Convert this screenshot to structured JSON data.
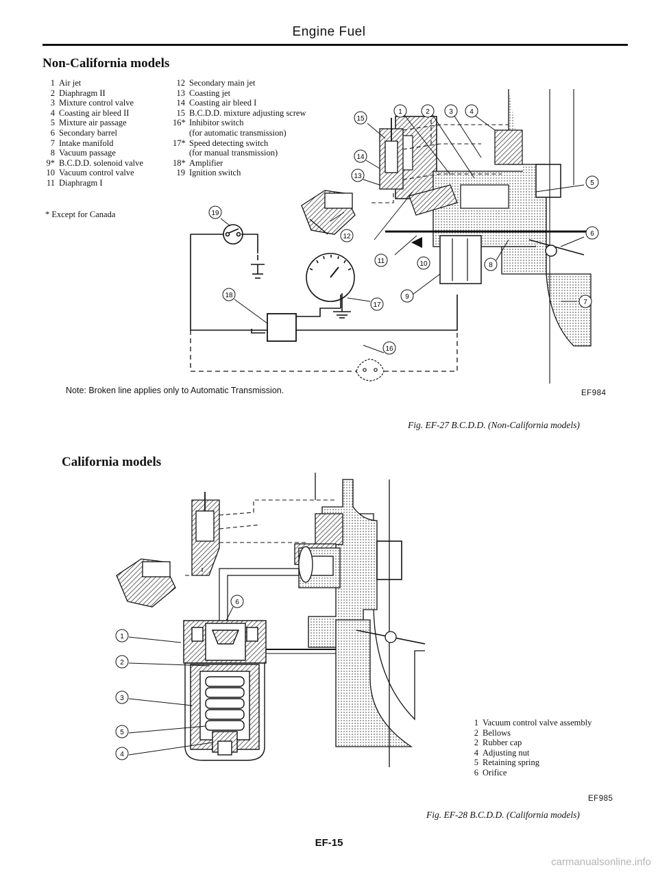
{
  "header": {
    "title": "Engine Fuel"
  },
  "fig27": {
    "heading": "Non-California models",
    "legend_left": [
      {
        "num": "1",
        "text": "Air jet"
      },
      {
        "num": "2",
        "text": "Diaphragm II"
      },
      {
        "num": "3",
        "text": "Mixture control valve"
      },
      {
        "num": "4",
        "text": "Coasting air bleed II"
      },
      {
        "num": "5",
        "text": "Mixture air passage"
      },
      {
        "num": "6",
        "text": "Secondary barrel"
      },
      {
        "num": "7",
        "text": "Intake manifold"
      },
      {
        "num": "8",
        "text": "Vacuum passage"
      },
      {
        "num": "9*",
        "text": "B.C.D.D. solenoid valve"
      },
      {
        "num": "10",
        "text": "Vacuum control valve"
      },
      {
        "num": "11",
        "text": "Diaphragm I"
      }
    ],
    "legend_right": [
      {
        "num": "12",
        "text": "Secondary main jet"
      },
      {
        "num": "13",
        "text": "Coasting jet"
      },
      {
        "num": "14",
        "text": "Coasting air bleed I"
      },
      {
        "num": "15",
        "text": "B.C.D.D. mixture adjusting screw"
      },
      {
        "num": "16*",
        "text": "Inhibitor switch"
      },
      {
        "num": "",
        "text": "(for automatic transmission)"
      },
      {
        "num": "17*",
        "text": "Speed detecting switch"
      },
      {
        "num": "",
        "text": "(for manual transmission)"
      },
      {
        "num": "18*",
        "text": "Amplifier"
      },
      {
        "num": "19",
        "text": "Ignition switch"
      }
    ],
    "footnote": "* Except for Canada",
    "note": "Note: Broken line applies only to Automatic Transmission.",
    "code": "EF984",
    "caption": "Fig. EF-27 B.C.D.D. (Non-California models)",
    "callouts": {
      "c1": "1",
      "c2": "2",
      "c3": "3",
      "c4": "4",
      "c5": "5",
      "c6": "6",
      "c7": "7",
      "c8": "8",
      "c9": "9",
      "c10": "10",
      "c11": "11",
      "c12": "12",
      "c13": "13",
      "c14": "14",
      "c15": "15",
      "c16": "16",
      "c17": "17",
      "c18": "18",
      "c19": "19"
    }
  },
  "fig28": {
    "heading": "California models",
    "legend": [
      {
        "num": "1",
        "text": "Vacuum control valve assembly"
      },
      {
        "num": "2",
        "text": "Bellows"
      },
      {
        "num": "2",
        "text": "Rubber cap"
      },
      {
        "num": "4",
        "text": "Adjusting nut"
      },
      {
        "num": "5",
        "text": "Retaining spring"
      },
      {
        "num": "6",
        "text": "Orifice"
      }
    ],
    "code": "EF985",
    "caption": "Fig. EF-28 B.C.D.D. (California models)",
    "callouts": {
      "c1": "1",
      "c2": "2",
      "c3": "3",
      "c4": "4",
      "c5": "5",
      "c6": "6"
    }
  },
  "footer": {
    "page_number": "EF-15",
    "watermark": "carmanualsonline.info"
  }
}
